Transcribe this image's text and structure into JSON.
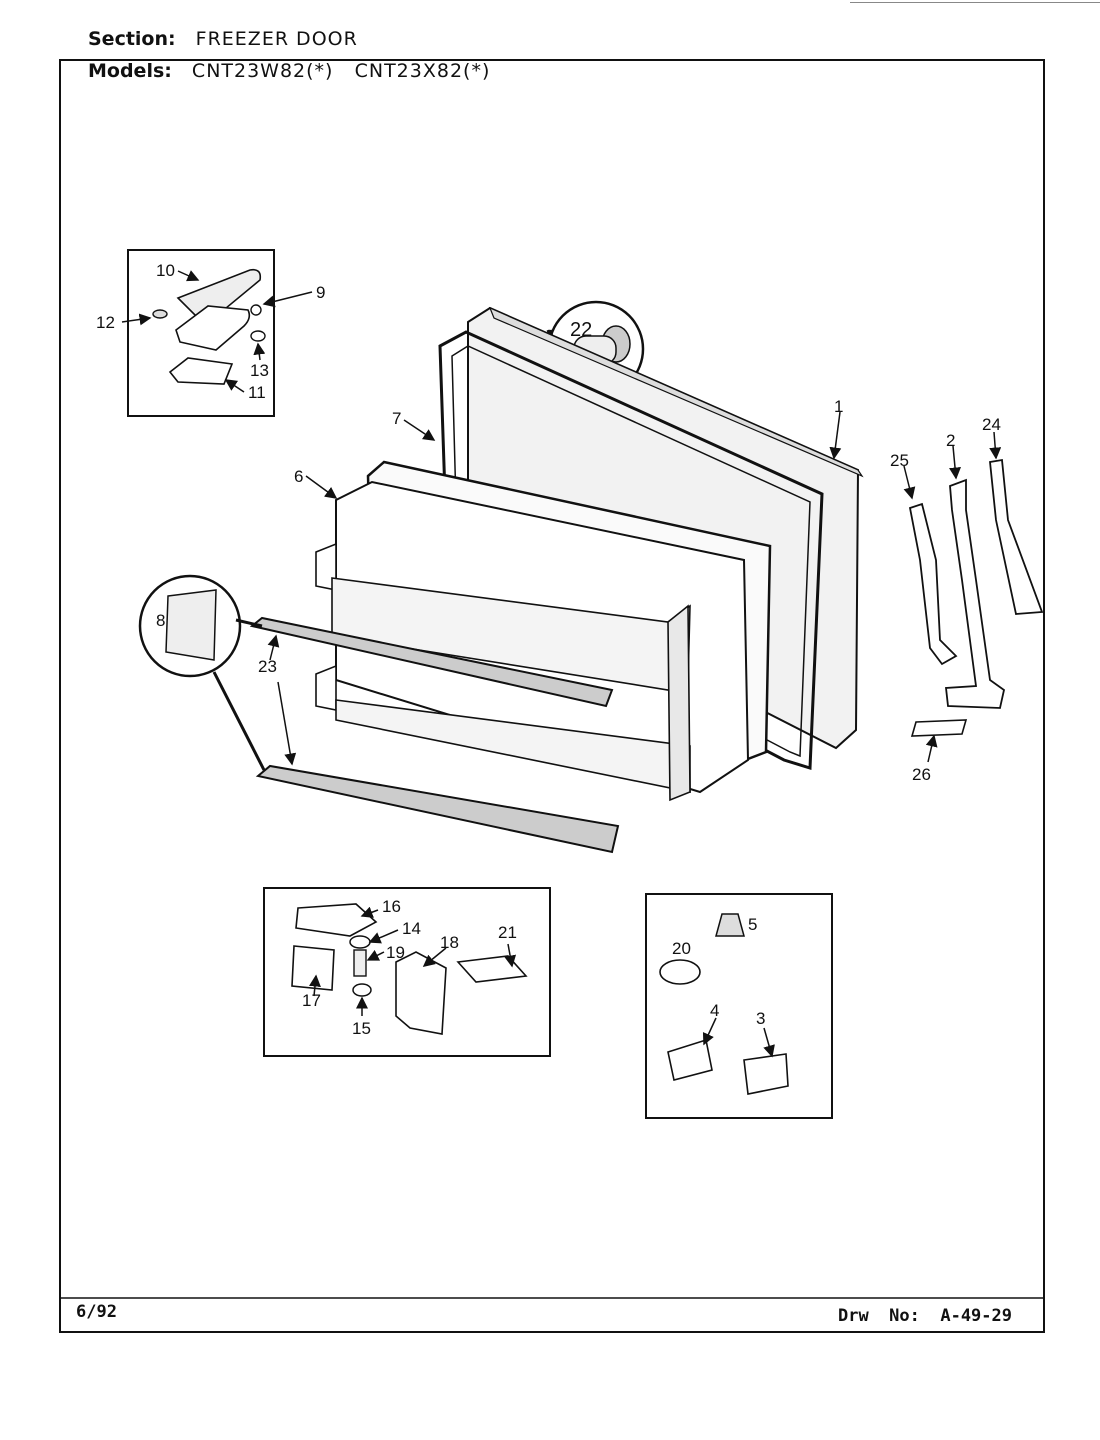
{
  "header": {
    "section_label": "Section:",
    "section_value": "FREEZER  DOOR",
    "models_label": "Models:",
    "models_value": "CNT23W82(*)   CNT23X82(*)"
  },
  "footer": {
    "date": "6/92",
    "drawing_number": "Drw  No:  A-49-29"
  },
  "callouts": {
    "c1": "1",
    "c2": "2",
    "c3": "3",
    "c4": "4",
    "c5": "5",
    "c6": "6",
    "c7": "7",
    "c8": "8",
    "c9": "9",
    "c10": "10",
    "c11": "11",
    "c12": "12",
    "c13": "13",
    "c14": "14",
    "c15": "15",
    "c16": "16",
    "c17": "17",
    "c18": "18",
    "c19": "19",
    "c20": "20",
    "c21": "21",
    "c22": "22",
    "c23": "23",
    "c24": "24",
    "c25": "25",
    "c26": "26"
  }
}
